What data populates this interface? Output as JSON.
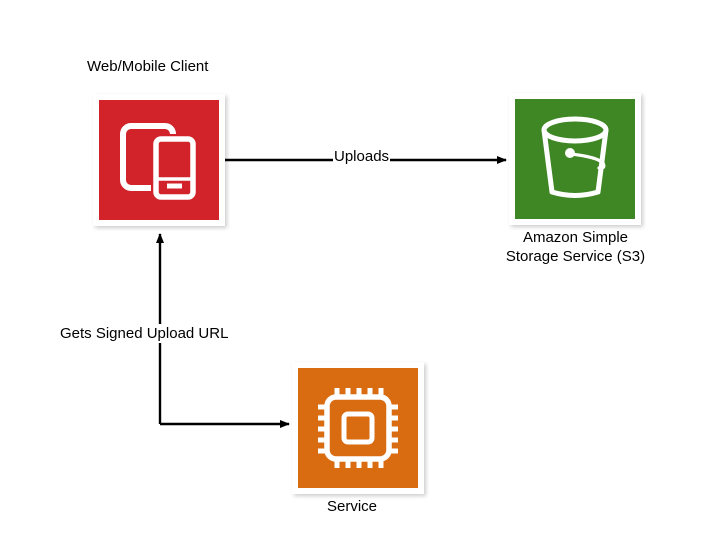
{
  "diagram": {
    "background_color": "#ffffff",
    "nodes": [
      {
        "id": "client",
        "title": "Web/Mobile Client",
        "icon": "web-mobile-client-icon",
        "color": "#D2232A"
      },
      {
        "id": "s3",
        "title_line1": "Amazon Simple",
        "title_line2": "Storage Service (S3)",
        "icon": "s3-bucket-icon",
        "color": "#3F8624"
      },
      {
        "id": "service",
        "title": "Service",
        "icon": "cpu-chip-icon",
        "color": "#D96B11"
      }
    ],
    "edges": [
      {
        "id": "uploads",
        "label": "Uploads",
        "from": "client",
        "to": "s3"
      },
      {
        "id": "signed-url",
        "label": "Gets Signed Upload URL",
        "from": "service",
        "to": "client"
      }
    ],
    "edge_color": "#000000"
  }
}
